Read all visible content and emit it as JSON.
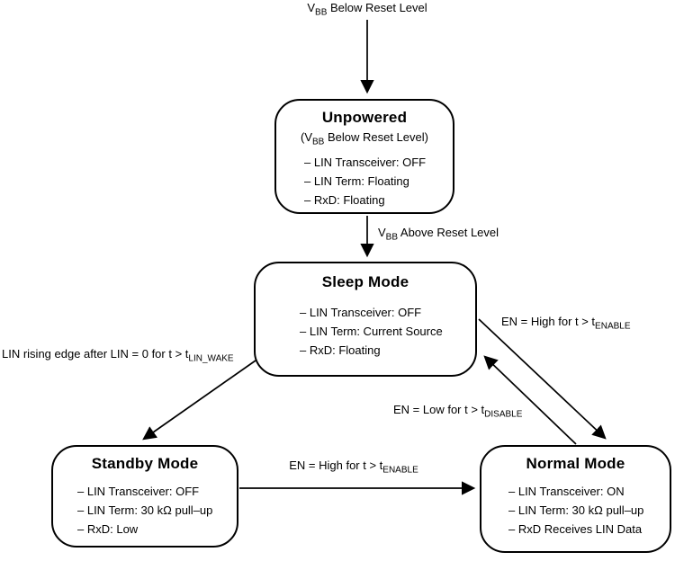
{
  "colors": {
    "line": "#000000",
    "text": "#000000",
    "background": "#ffffff"
  },
  "transitions": {
    "vbb_below": {
      "pre": "V",
      "sub": "BB",
      "post": " Below Reset Level"
    },
    "vbb_above": {
      "pre": "V",
      "sub": "BB",
      "post": " Above Reset Level"
    },
    "lin_wake": {
      "pre": "LIN rising edge after LIN = 0 for t > t",
      "sub": "LIN_WAKE",
      "post": ""
    },
    "en_high_sleep_normal": {
      "pre": "EN = High for t > t",
      "sub": "ENABLE",
      "post": ""
    },
    "en_low_normal_sleep": {
      "pre": "EN = Low for t > t",
      "sub": "DISABLE",
      "post": ""
    },
    "en_high_standby_normal": {
      "pre": "EN = High for t > t",
      "sub": "ENABLE",
      "post": ""
    }
  },
  "states": {
    "unpowered": {
      "title": "Unpowered",
      "subtitle_pre": "(V",
      "subtitle_sub": "BB",
      "subtitle_post": " Below Reset Level)",
      "items": [
        "– LIN Transceiver: OFF",
        "– LIN Term: Floating",
        "– RxD: Floating"
      ]
    },
    "sleep": {
      "title": "Sleep Mode",
      "items": [
        "– LIN Transceiver: OFF",
        "– LIN Term: Current Source",
        "– RxD: Floating"
      ]
    },
    "standby": {
      "title": "Standby Mode",
      "items": [
        "– LIN Transceiver: OFF",
        "– LIN Term: 30 kΩ pull–up",
        "– RxD: Low"
      ]
    },
    "normal": {
      "title": "Normal Mode",
      "items": [
        "– LIN Transceiver: ON",
        "– LIN Term: 30 kΩ pull–up",
        "– RxD Receives LIN Data"
      ]
    }
  }
}
